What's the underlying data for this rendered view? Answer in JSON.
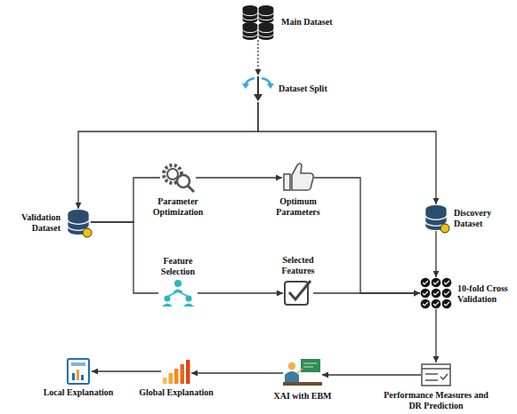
{
  "diagram": {
    "nodes": [
      {
        "text": [
          "Main Dataset"
        ]
      },
      {
        "text": [
          "Dataset Split"
        ]
      },
      {
        "text": [
          "Validation Dataset"
        ]
      },
      {
        "text": [
          "Parameter Optimization"
        ]
      },
      {
        "text": [
          "Optimum Parameters"
        ]
      },
      {
        "text": [
          "Discovery Dataset"
        ]
      },
      {
        "text": [
          "Feature Selection"
        ]
      },
      {
        "text": [
          "Selected Features"
        ]
      },
      {
        "text": [
          "10-fold Cross Validation"
        ]
      },
      {
        "text": [
          "Local Explanation"
        ]
      },
      {
        "text": [
          "Global Explanation"
        ]
      },
      {
        "text": [
          "XAI with EBM"
        ]
      },
      {
        "text": [
          "Performance Measures and DR Prediction"
        ]
      }
    ],
    "edges": [
      {
        "from": 0,
        "to": 1,
        "arrow": "to"
      },
      {
        "from": 1,
        "to": 2,
        "arrow": "to"
      },
      {
        "from": 1,
        "to": 5,
        "arrow": "to"
      },
      {
        "from": 2,
        "to": 3,
        "arrow": "none"
      },
      {
        "from": 2,
        "to": 6,
        "arrow": "none"
      },
      {
        "from": 3,
        "to": 4,
        "arrow": "to"
      },
      {
        "from": 6,
        "to": 7,
        "arrow": "to"
      },
      {
        "from": 4,
        "to": 8,
        "arrow": "to"
      },
      {
        "from": 7,
        "to": 8,
        "arrow": "to"
      },
      {
        "from": 5,
        "to": 8,
        "arrow": "to"
      },
      {
        "from": 8,
        "to": 12,
        "arrow": "to"
      },
      {
        "from": 12,
        "to": 11,
        "arrow": "to"
      },
      {
        "from": 11,
        "to": 10,
        "arrow": "to"
      },
      {
        "from": 10,
        "to": 9,
        "arrow": "to"
      }
    ]
  }
}
